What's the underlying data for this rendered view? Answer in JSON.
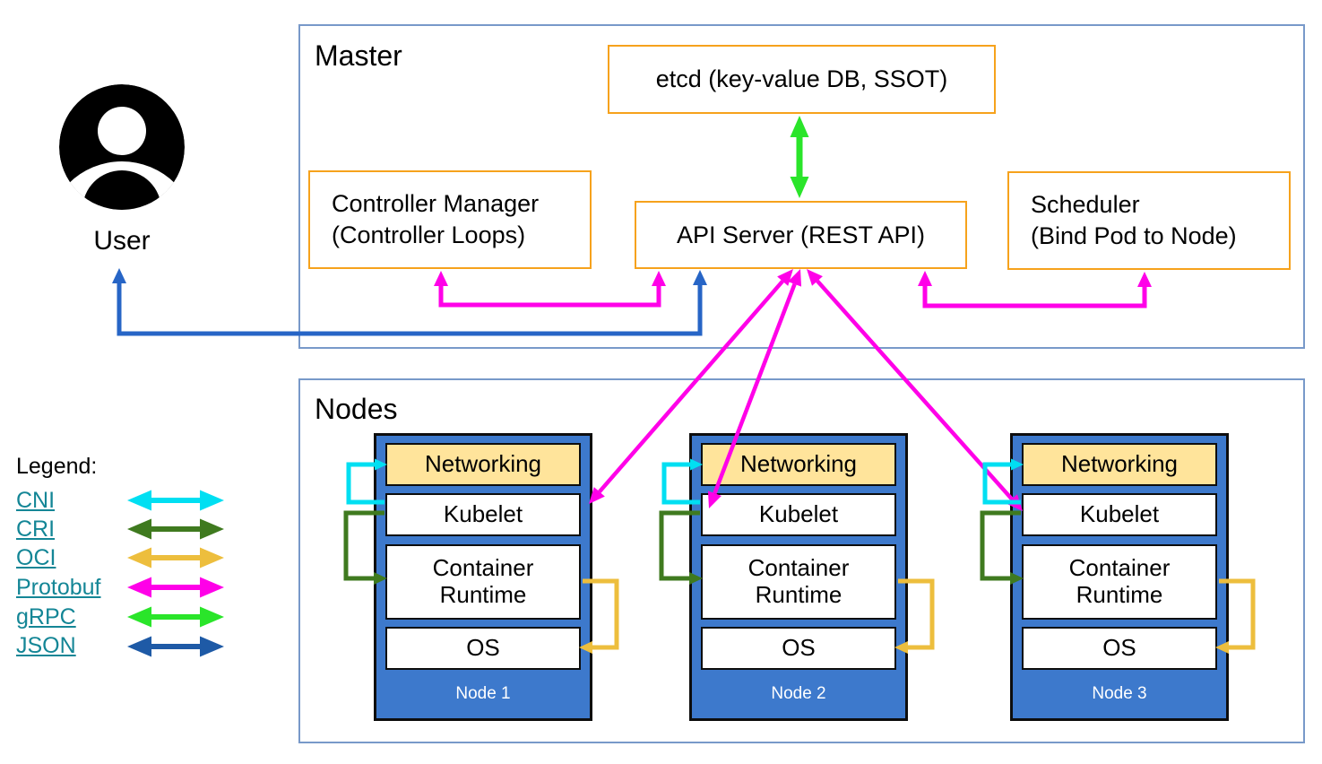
{
  "master": {
    "label": "Master",
    "etcd": "etcd (key-value DB, SSOT)",
    "api_server": "API Server (REST API)",
    "controller_manager_line1": "Controller Manager",
    "controller_manager_line2": "(Controller Loops)",
    "scheduler_line1": "Scheduler",
    "scheduler_line2": "(Bind Pod to Node)"
  },
  "user": {
    "label": "User"
  },
  "nodes_section": {
    "label": "Nodes",
    "layers": [
      "Networking",
      "Kubelet",
      "Container Runtime",
      "OS"
    ],
    "nodes": [
      {
        "title": "Node 1"
      },
      {
        "title": "Node 2"
      },
      {
        "title": "Node 3"
      }
    ]
  },
  "legend": {
    "title": "Legend:",
    "items": [
      {
        "label": "CNI",
        "color": "#00DFF2"
      },
      {
        "label": "CRI",
        "color": "#3F7A1F"
      },
      {
        "label": "OCI",
        "color": "#EDBE3D"
      },
      {
        "label": "Protobuf",
        "color": "#FF00E8"
      },
      {
        "label": "gRPC",
        "color": "#2AE52A"
      },
      {
        "label": "JSON",
        "color": "#1E5AA6"
      }
    ]
  },
  "colors": {
    "container_border": "#7899C9",
    "component_border": "#F6A21C",
    "node_fill": "#3D79CC",
    "networking_fill": "#FFE49B",
    "link": "#148696",
    "protobuf": "#FF00E8",
    "grpc": "#2AE52A",
    "json_user": "#2765C6",
    "cni": "#00DFF2",
    "cri": "#3F7A1F",
    "oci": "#EDBE3D"
  }
}
